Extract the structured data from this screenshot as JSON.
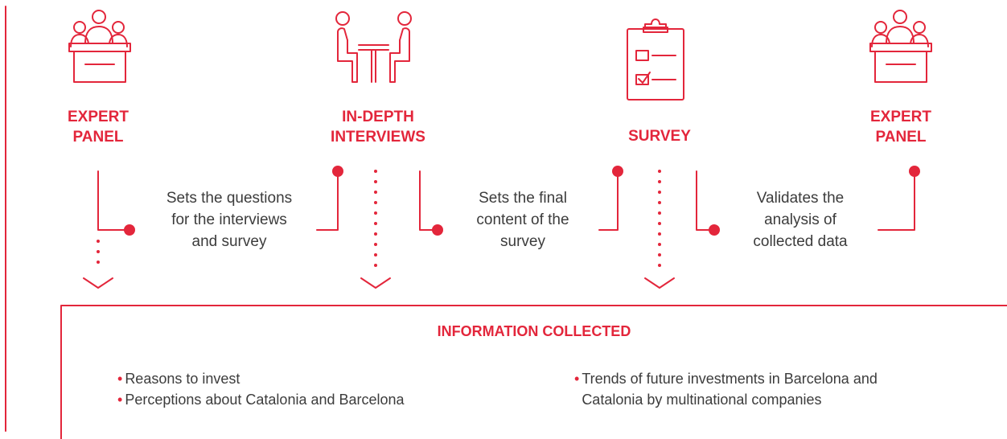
{
  "colors": {
    "accent": "#e3263b",
    "text": "#3c3c3c"
  },
  "steps": [
    {
      "icon": "expert-panel-icon",
      "label": "EXPERT\nPANEL"
    },
    {
      "icon": "interview-icon",
      "label": "IN-DEPTH\nINTERVIEWS"
    },
    {
      "icon": "clipboard-survey-icon",
      "label": "SURVEY"
    },
    {
      "icon": "expert-panel-icon",
      "label": "EXPERT\nPANEL"
    }
  ],
  "connectors": [
    {
      "text": "Sets the questions\nfor the interviews\nand survey"
    },
    {
      "text": "Sets the final\ncontent of the\nsurvey"
    },
    {
      "text": "Validates the\nanalysis of\ncollected data"
    }
  ],
  "info": {
    "title": "INFORMATION COLLECTED",
    "bullets_left": [
      "Reasons to invest",
      "Perceptions about Catalonia and Barcelona"
    ],
    "bullets_right": [
      "Trends of future investments in Barcelona and\nCatalonia by multinational companies"
    ]
  }
}
